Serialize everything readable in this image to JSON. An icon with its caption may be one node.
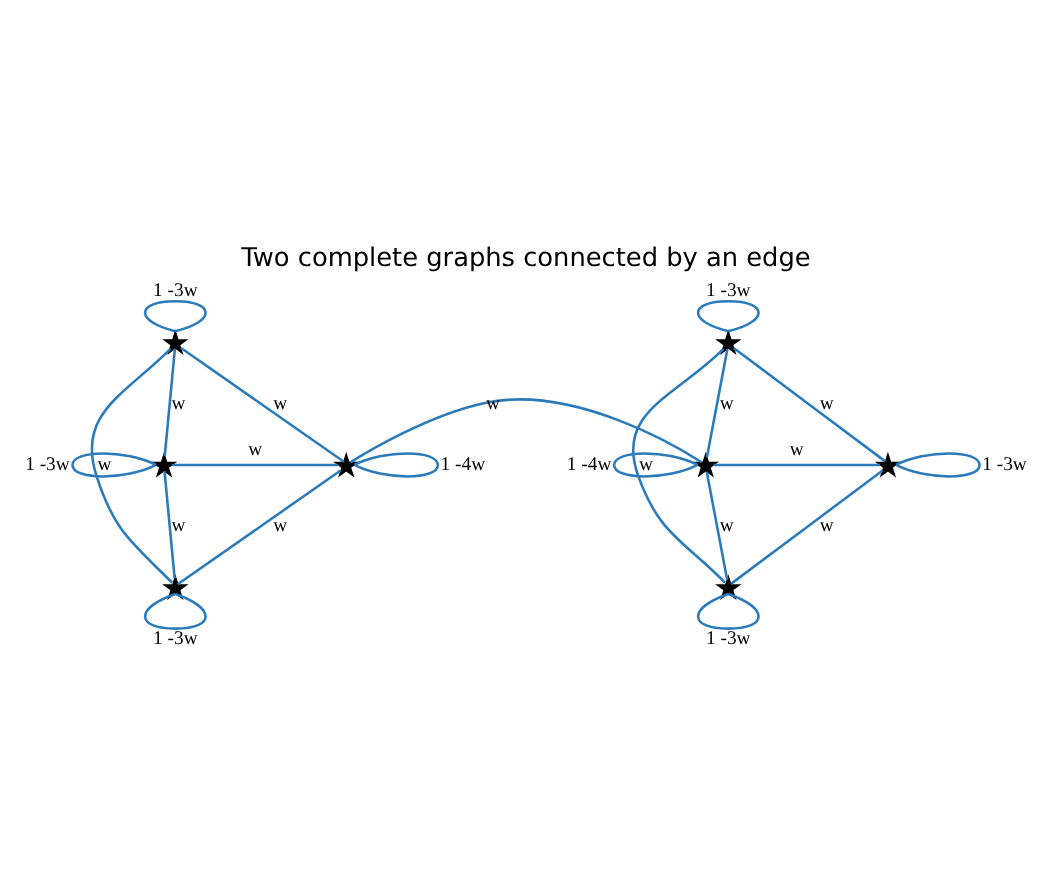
{
  "diagram": {
    "title": "Two complete graphs connected by an edge",
    "nodes": [
      {
        "text": [],
        "shape": "star"
      },
      {
        "text": [],
        "shape": "star"
      },
      {
        "text": [],
        "shape": "star"
      },
      {
        "text": [],
        "shape": "star"
      },
      {
        "text": [],
        "shape": "star"
      },
      {
        "text": [],
        "shape": "star"
      },
      {
        "text": [],
        "shape": "star"
      },
      {
        "text": [],
        "shape": "star"
      }
    ],
    "edges": [
      {
        "from": 0,
        "to": 0,
        "arrow": "none",
        "label": "1 -3w"
      },
      {
        "from": 1,
        "to": 1,
        "arrow": "none",
        "label": "1 -3w"
      },
      {
        "from": 2,
        "to": 2,
        "arrow": "none",
        "label": "1 -4w"
      },
      {
        "from": 3,
        "to": 3,
        "arrow": "none",
        "label": "1 -3w"
      },
      {
        "from": 0,
        "to": 1,
        "arrow": "none",
        "label": "w"
      },
      {
        "from": 0,
        "to": 2,
        "arrow": "none",
        "label": "w"
      },
      {
        "from": 0,
        "to": 3,
        "arrow": "none",
        "label": "w"
      },
      {
        "from": 1,
        "to": 2,
        "arrow": "none",
        "label": "w"
      },
      {
        "from": 1,
        "to": 3,
        "arrow": "none",
        "label": "w"
      },
      {
        "from": 2,
        "to": 3,
        "arrow": "none",
        "label": "w"
      },
      {
        "from": 2,
        "to": 5,
        "arrow": "none",
        "label": "w"
      },
      {
        "from": 4,
        "to": 4,
        "arrow": "none",
        "label": "1 -3w"
      },
      {
        "from": 5,
        "to": 5,
        "arrow": "none",
        "label": "1 -4w"
      },
      {
        "from": 6,
        "to": 6,
        "arrow": "none",
        "label": "1 -3w"
      },
      {
        "from": 7,
        "to": 7,
        "arrow": "none",
        "label": "1 -3w"
      },
      {
        "from": 4,
        "to": 5,
        "arrow": "none",
        "label": "w"
      },
      {
        "from": 4,
        "to": 6,
        "arrow": "none",
        "label": "w"
      },
      {
        "from": 4,
        "to": 7,
        "arrow": "none",
        "label": "w"
      },
      {
        "from": 5,
        "to": 6,
        "arrow": "none",
        "label": "w"
      },
      {
        "from": 5,
        "to": 7,
        "arrow": "none",
        "label": "w"
      },
      {
        "from": 6,
        "to": 7,
        "arrow": "none",
        "label": "w"
      }
    ]
  }
}
